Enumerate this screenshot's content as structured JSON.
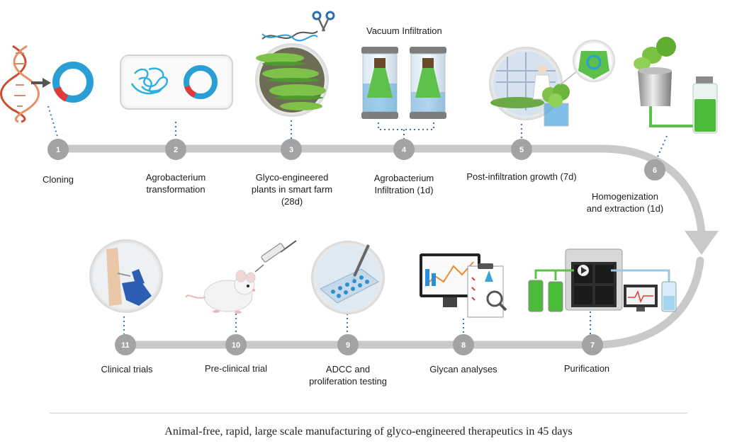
{
  "vacuum_title": "Vacuum Infiltration",
  "steps": [
    {
      "num": "1",
      "label": "Cloning"
    },
    {
      "num": "2",
      "label": "Agrobacterium\ntransformation"
    },
    {
      "num": "3",
      "label": "Glyco-engineered\nplants in smart farm\n(28d)"
    },
    {
      "num": "4",
      "label": "Agrobacterium\nInfiltration (1d)"
    },
    {
      "num": "5",
      "label": "Post-infiltration growth (7d)"
    },
    {
      "num": "6",
      "label": "Homogenization\nand extraction (1d)"
    },
    {
      "num": "7",
      "label": "Purification"
    },
    {
      "num": "8",
      "label": "Glycan analyses"
    },
    {
      "num": "9",
      "label": "ADCC and\nproliferation testing"
    },
    {
      "num": "10",
      "label": "Pre-clinical trial"
    },
    {
      "num": "11",
      "label": "Clinical trials"
    }
  ],
  "caption": "Animal-free, rapid, large scale manufacturing of glyco-engineered therapeutics in 45 days",
  "colors": {
    "track": "#c9c9c9",
    "node": "#a3a3a3",
    "dots": "#3a78b5",
    "plasmid_blue": "#2a9fd6",
    "plasmid_red": "#e03a3a",
    "green": "#5cc04a"
  }
}
